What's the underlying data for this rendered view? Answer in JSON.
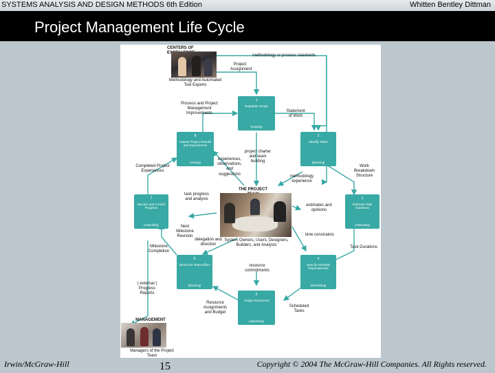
{
  "header": {
    "left": "SYSTEMS ANALYSIS AND DESIGN METHODS  6th Edition",
    "right": "Whitten   Bentley   Dittman"
  },
  "slide_title": "Project Management Life Cycle",
  "diagram": {
    "boxes": [
      {
        "num": "1",
        "label": "Negotiate Scope",
        "phase": "(scoping)"
      },
      {
        "num": "2",
        "label": "Identify Tasks",
        "phase": "(planning)"
      },
      {
        "num": "3",
        "label": "Estimate Task Durations",
        "phase": "(estimating)"
      },
      {
        "num": "4",
        "label": "Specify Intertask Dependencies",
        "phase": "(scheduling)"
      },
      {
        "num": "5",
        "label": "Assign Resources",
        "phase": "(organizing)"
      },
      {
        "num": "6",
        "label": "Direct the Team Effort",
        "phase": "(directing)"
      },
      {
        "num": "7",
        "label": "Monitor and Control Progress",
        "phase": "(controlling)"
      },
      {
        "num": "8",
        "label": "Assess Project Results and Experiences",
        "phase": "(closing)"
      }
    ],
    "centers_title": "CENTERS OF EXCELLENCE",
    "centers_caption": "Methodology and Automated Tool Experts",
    "team_title": "THE PROJECT TEAM",
    "team_caption": "System Owners, Users, Designers, Builders, and Analysts",
    "mgmt_title": "MANAGEMENT",
    "mgmt_caption": "Managers of the Project Team",
    "flows": {
      "methodology": "methodology or process standards",
      "project_assignment": "Project Assignment",
      "process_improvements": "Process and Project Management Improvements",
      "statement_of_work": "Statement of Work",
      "project_charter": "project charter and team building",
      "experiences": "experiences, observations, and suggestions",
      "completed_experiences": "Completed Project Experiences",
      "methodology_experience": "methodology experience",
      "wbs": "Work Breakdown Structure",
      "task_progress": "task progress and analysis",
      "estimates": "estimates and opinions",
      "next_milestone": "Next Milestone Revision",
      "delegation": "delegation and direction",
      "time_constraints": "time constraints",
      "milestone_completion": "Milestone Completion",
      "task_durations": "Task Durations",
      "resource_commitments": "resource commitments",
      "progress_reports": "( external ) Progress Reports",
      "resource_assignments": "Resource Assignments and Budget",
      "scheduled_tasks": "Scheduled Tasks"
    }
  },
  "footer": {
    "left": "Irwin/McGraw-Hill",
    "page": "15",
    "right": "Copyright © 2004 The McGraw-Hill Companies. All Rights reserved."
  },
  "colors": {
    "box": "#38a9a4",
    "arrow": "#38a9a4",
    "title_bg": "#000000",
    "slide_bg": "#bcc7cd"
  }
}
